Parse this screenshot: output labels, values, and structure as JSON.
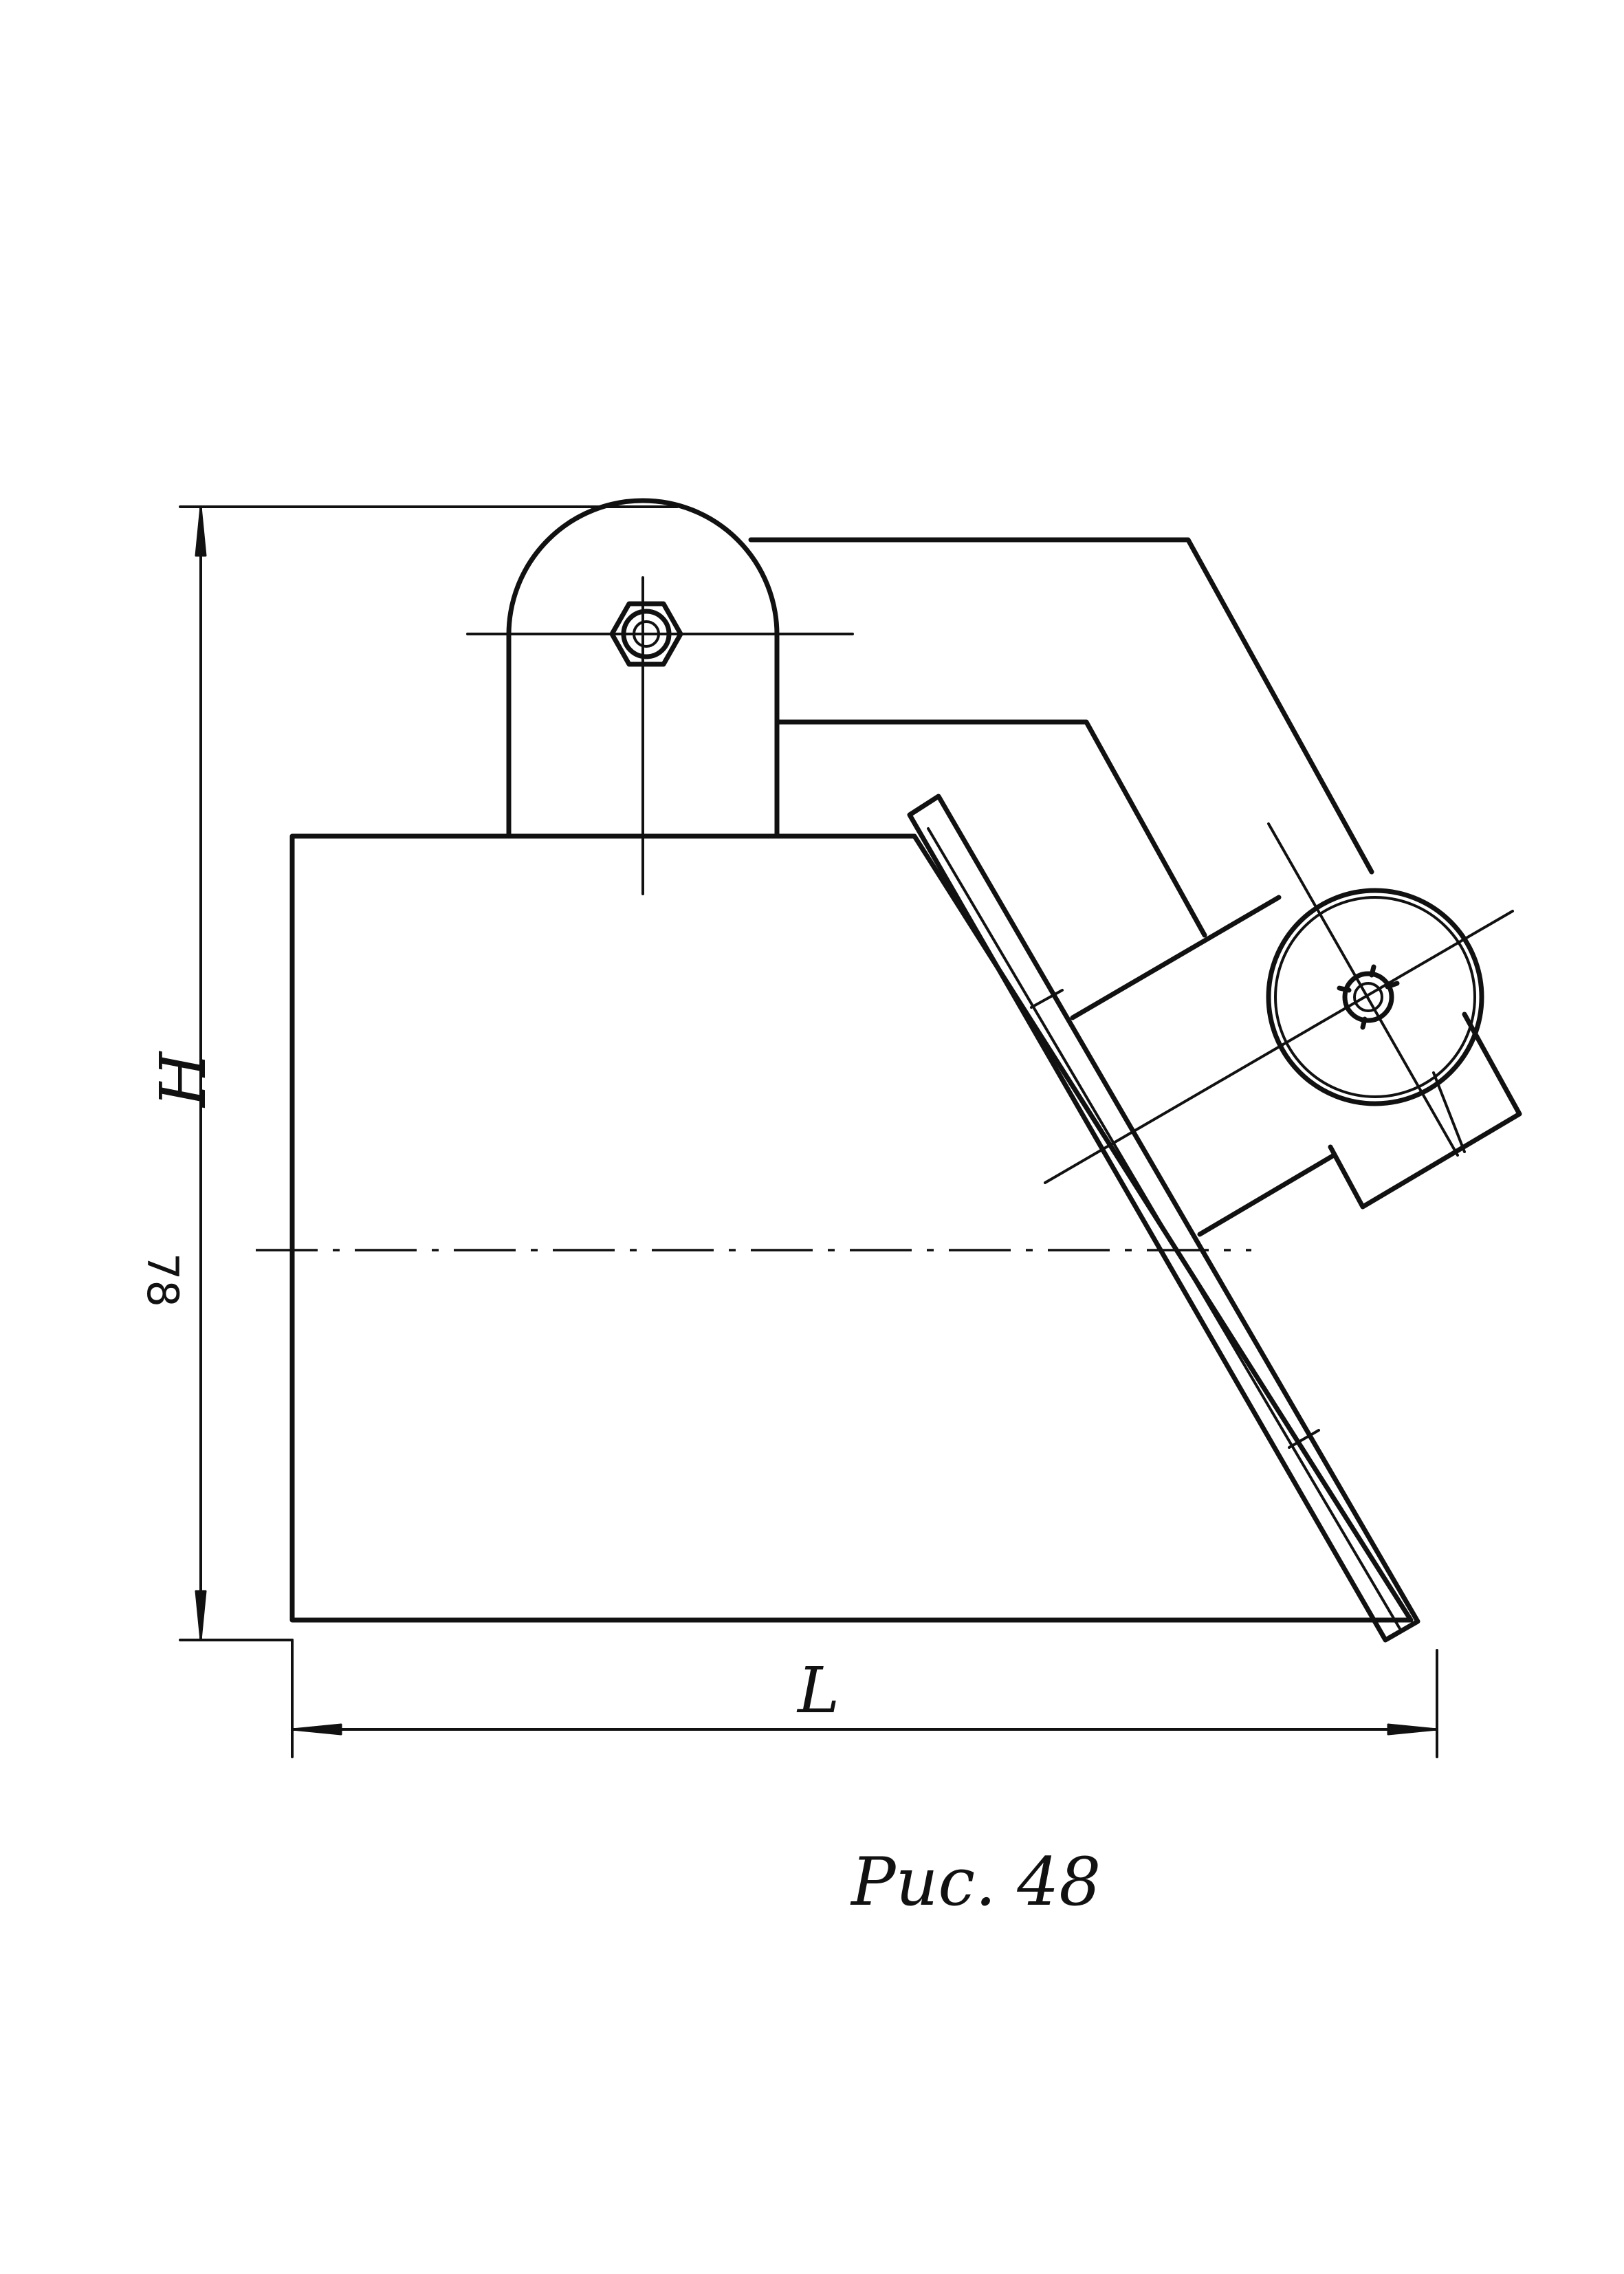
{
  "labels": {
    "height_symbol": "H",
    "length_symbol": "L",
    "page_number": "78"
  },
  "caption": "Рис. 48",
  "colors": {
    "ink": "#111111",
    "paper": "#ffffff"
  }
}
